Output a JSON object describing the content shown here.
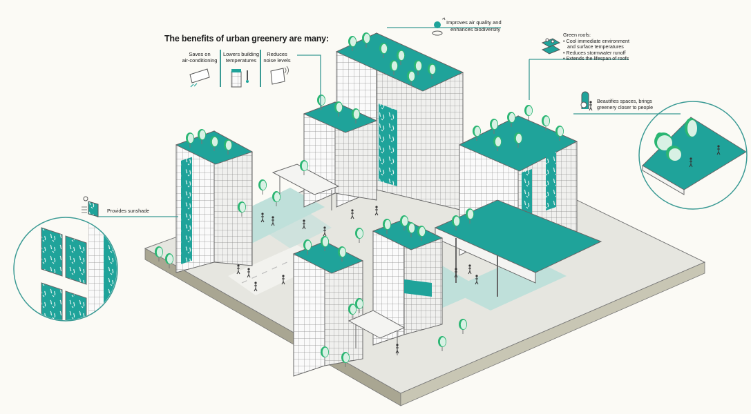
{
  "header": {
    "title": "The benefits of urban greenery are many:"
  },
  "benefits": [
    {
      "label": "Saves on air-conditioning",
      "line1": "Saves on",
      "line2": "air-conditioning",
      "icon": "air-conditioner-icon"
    },
    {
      "label": "Lowers building temperatures",
      "line1": "Lowers building",
      "line2": "temperatures",
      "icon": "building-thermometer-icon"
    },
    {
      "label": "Reduces noise levels",
      "line1": "Reduces",
      "line2": "noise levels",
      "icon": "window-soundwave-icon"
    }
  ],
  "callouts": {
    "air_quality": {
      "line1": "Improves air quality and",
      "line2": "enhances biodiversity",
      "icon": "tree-bird-icon"
    },
    "green_roofs": {
      "heading": "Green roofs:",
      "items": [
        "• Cool immediate environment",
        "  and surface temperatures",
        "• Reduces stormwater runoff",
        "• Extends the lifespan of roofs"
      ],
      "icon": "green-roof-icon"
    },
    "beautifies": {
      "line1": "Beautifies spaces, brings",
      "line2": "greenery closer to people",
      "icon": "tree-person-icon"
    },
    "sunshade": {
      "label": "Provides sunshade",
      "icon": "sunshade-panel-icon"
    }
  },
  "colors": {
    "background": "#fbfaf5",
    "teal": "#1fa39a",
    "teal_light": "#bfe0da",
    "tree_green": "#2bb673",
    "tree_light": "#d8f1e4",
    "ground": "#e6e6e0",
    "base_edge": "#a9a692",
    "line": "#3a9a94",
    "outline": "#555555"
  }
}
